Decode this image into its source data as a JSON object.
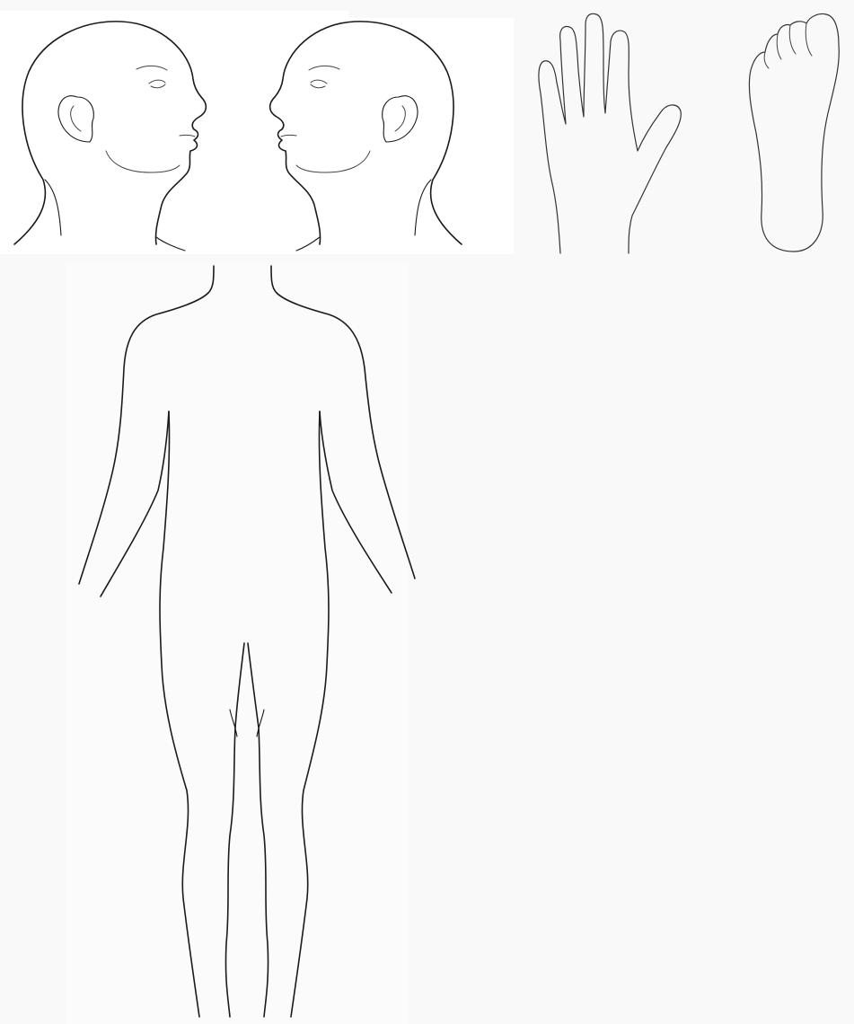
{
  "figure": {
    "panels": [
      "head-right-profile",
      "head-left-profile",
      "hand",
      "foot-sole",
      "body-back"
    ],
    "line_color": "#1a1a1a",
    "background_color": "#f9f9f9"
  }
}
